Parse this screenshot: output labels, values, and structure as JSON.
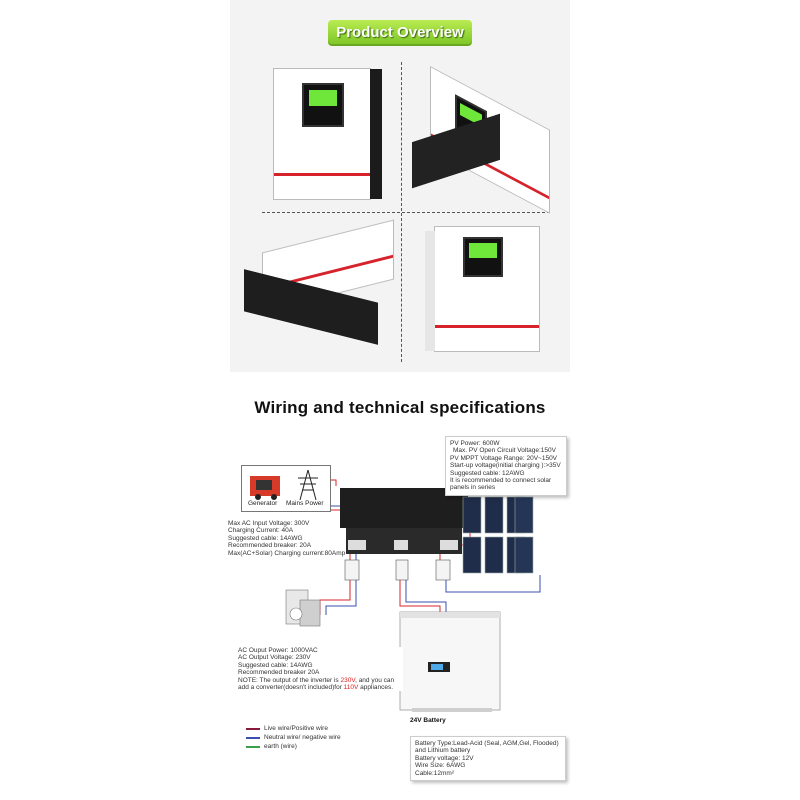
{
  "overview": {
    "title": "Product Overview"
  },
  "wiring": {
    "title": "Wiring and technical specifications",
    "sources": {
      "generator_label": "Generator",
      "mains_label": "Mains Power"
    },
    "pv_specs": [
      "PV Power: 600W",
      "Max. PV Open Circuit Voltage:150V",
      "PV MPPT Voltage Range: 20V~150V",
      "Start-up voltage(initial charging ):>35V",
      "Suggested cable: 12AWG",
      "It is recommended to connect solar",
      "panels in series"
    ],
    "ac_input_specs": [
      "Max AC Input Voltage: 300V",
      "Charging Current: 40A",
      "Suggested cable: 14AWG",
      "Recommended breaker: 20A",
      "Max(AC+Solar) Charging current:80Amp"
    ],
    "ac_output_specs": {
      "lines": [
        "AC Ouput Power: 1000VAC",
        "AC Output Voltage: 230V",
        "Suggested cable: 14AWG",
        "Recommended breaker 20A"
      ],
      "note_prefix": "NOTE: The output of the inverter is ",
      "note_voltage": "230V",
      "note_middle": ", and you can",
      "note_line2_prefix": "add a converter(doesn't included)for ",
      "note_line2_voltage": "110V",
      "note_line2_suffix": " appliances."
    },
    "battery_label": "24V Battery",
    "battery_specs": [
      "Battery Type:Lead-Acid (Seal, AGM,Gel, Flooded)",
      "and Lithium battery",
      "Battery voltage: 12V",
      "Wire Size: 6AWG",
      "Cable:12mm²"
    ],
    "legend": [
      {
        "label": "Live wire/Positive wire",
        "color": "#8a1a3a"
      },
      {
        "label": "Neutral wire/ negative wire",
        "color": "#3a4fb0"
      },
      {
        "label": "earth (wire)",
        "color": "#3aa04a"
      }
    ]
  },
  "colors": {
    "banner": "#8fd33a",
    "live": "#d9262e",
    "neutral": "#3a4fb0",
    "earth": "#3aa04a",
    "lcd": "#6fe63a"
  }
}
